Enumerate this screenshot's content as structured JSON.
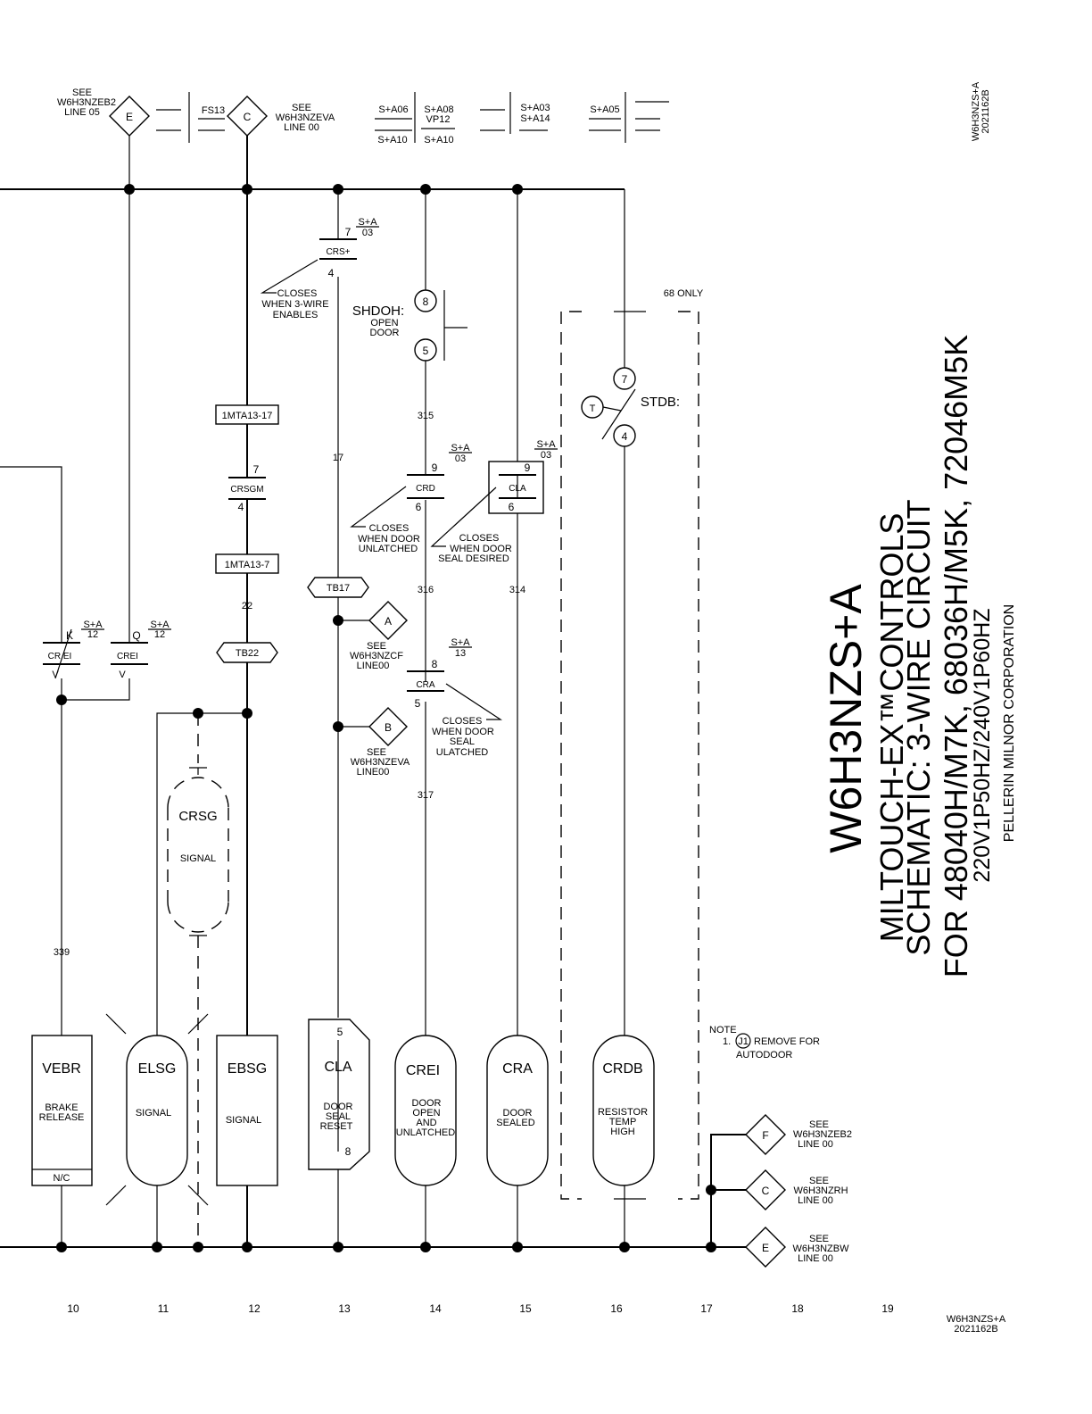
{
  "colors": {
    "ink": "#000000",
    "paper": "#ffffff"
  },
  "title": {
    "drawing": "W6H3NZS+A",
    "line1": "MILTOUCH-EX™CONTROLS",
    "line2": "SCHEMATIC: 3-WIRE CIRCUIT",
    "line3": "FOR 48040H/M7K, 68036H/M5K, 72046M5K",
    "line4": "220V1P50HZ/240V1P60HZ",
    "company": "PELLERIN MILNOR CORPORATION",
    "corner_code": "W6H3NZS+A",
    "corner_number": "2021162B"
  },
  "column_numbers": [
    "10",
    "11",
    "12",
    "13",
    "14",
    "15",
    "16",
    "17",
    "18",
    "19"
  ],
  "top_refs": {
    "E_see": "SEE",
    "E_sheet": "W6H3NZEB2",
    "E_line": "LINE 05",
    "C_see": "SEE",
    "C_sheet": "W6H3NZEVA",
    "C_line": "LINE 00",
    "fs13": "FS13",
    "sa06": "S+A06",
    "sa08": "S+A08",
    "vp12": "VP12",
    "sa10a": "S+A10",
    "sa10b": "S+A10",
    "sa03": "S+A03",
    "sa14": "S+A14",
    "sa05": "S+A05"
  },
  "connectors": {
    "E": "E",
    "C": "C",
    "A": "A",
    "B": "B",
    "F": "F",
    "C2": "C",
    "E2": "E"
  },
  "contacts": {
    "crs_top": "7",
    "crs_ref1": "S+A",
    "crs_ref2": "03",
    "crs_name": "CRS+",
    "crs_bot": "4",
    "crsgm_top": "7",
    "crsgm_name": "CRSGM",
    "crsgm_bot": "4",
    "crd_top": "9",
    "crd_ref1": "S+A",
    "crd_ref2": "03",
    "crd_name": "CRD",
    "crd_bot": "6",
    "cla_top": "9",
    "cla_ref1": "S+A",
    "cla_ref2": "03",
    "cla_name": "CLA",
    "cla_bot": "6",
    "cra_top": "8",
    "cra_ref1": "S+A",
    "cra_ref2": "13",
    "cra_name": "CRA",
    "cra_bot": "5",
    "crei1_k": "K",
    "crei1_ref1": "S+A",
    "crei1_ref2": "12",
    "crei1_name": "CR EI",
    "crei1_v": "V",
    "crei2_q": "Q",
    "crei2_ref1": "S+A",
    "crei2_ref2": "12",
    "crei2_name": "CREI",
    "crei2_v": "V"
  },
  "terminals": {
    "mta17": "1MTA13-17",
    "mta7": "1MTA13-7",
    "tb17": "TB17",
    "tb22": "TB22"
  },
  "wires": {
    "w315": "315",
    "w17": "17",
    "w316": "316",
    "w314": "314",
    "w22": "22",
    "w317": "317",
    "w339": "339"
  },
  "notes": {
    "crs_1": "CLOSES",
    "crs_2": "WHEN 3-WIRE",
    "crs_3": "ENABLES",
    "crd_1": "CLOSES",
    "crd_2": "WHEN DOOR",
    "crd_3": "UNLATCHED",
    "cla_1": "CLOSES",
    "cla_2": "WHEN DOOR",
    "cla_3": "SEAL DESIRED",
    "cra_1": "CLOSES",
    "cra_2": "WHEN DOOR",
    "cra_3": "SEAL",
    "cra_4": "ULATCHED",
    "a_see": "SEE",
    "a_sheet": "W6H3NZCF",
    "a_line": "LINE00",
    "b_see": "SEE",
    "b_sheet": "W6H3NZEVA",
    "b_line": "LINE00",
    "only68": "68 ONLY",
    "note_title": "NOTE",
    "note_1": "1.",
    "note_j1": "J1",
    "note_text1": "REMOVE FOR",
    "note_text2": "AUTODOOR",
    "f_see": "SEE",
    "f_sheet": "W6H3NZEB2",
    "f_line": "LINE 00",
    "c2_see": "SEE",
    "c2_sheet": "W6H3NZRH",
    "c2_line": "LINE 00",
    "e2_see": "SEE",
    "e2_sheet": "W6H3NZBW",
    "e2_line": "LINE 00"
  },
  "switches": {
    "shdoh": "SHDOH:",
    "shdoh_1": "OPEN",
    "shdoh_2": "DOOR",
    "shdoh_t1": "8",
    "shdoh_t2": "5",
    "stdb": "STDB:",
    "stdb_t1": "7",
    "stdb_t2": "4",
    "stdb_t": "T"
  },
  "loads": {
    "vebr_name": "VEBR",
    "vebr_1": "BRAKE",
    "vebr_2": "RELEASE",
    "vebr_nc": "N/C",
    "elsg_name": "ELSG",
    "elsg_1": "SIGNAL",
    "crsg_name": "CRSG",
    "crsg_1": "SIGNAL",
    "ebsg_name": "EBSG",
    "ebsg_1": "SIGNAL",
    "cla_name": "CLA",
    "cla_top": "5",
    "cla_bot": "8",
    "cla_1": "DOOR",
    "cla_2": "SEAL",
    "cla_3": "RESET",
    "crei_name": "CREI",
    "crei_1": "DOOR",
    "crei_2": "OPEN",
    "crei_3": "AND",
    "crei_4": "UNLATCHED",
    "cra_name": "CRA",
    "cra_1": "DOOR",
    "cra_2": "SEALED",
    "crdb_name": "CRDB",
    "crdb_1": "RESISTOR",
    "crdb_2": "TEMP",
    "crdb_3": "HIGH"
  }
}
